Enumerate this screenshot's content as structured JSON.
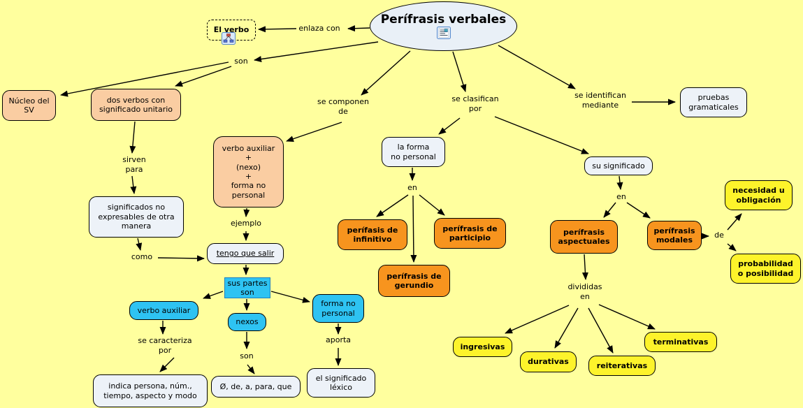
{
  "colors": {
    "background": "#FFFF9E",
    "node_ellipse_fill": "#E9F0F7",
    "node_peach_fill": "#FACDA2",
    "node_white_fill": "#EDF2F8",
    "node_cyan_fill": "#2EC3F2",
    "node_orange_fill": "#F7941E",
    "node_yellow_fill": "#FDF32B",
    "line_color": "#000000"
  },
  "nodes": {
    "title": "Perífrasis verbales",
    "el_verbo": "El verbo",
    "nucleo_sv": "Núcleo del\nSV",
    "dos_verbos": "dos verbos con\nsignificado unitario",
    "significados": "significados no\nexpresables de otra\nmanera",
    "composicion": "verbo auxiliar\n+\n(nexo)\n+\nforma no\npersonal",
    "tengo_que_salir": "tengo que salir",
    "sus_partes": "sus partes\nson",
    "verbo_auxiliar": "verbo auxiliar",
    "nexos": "nexos",
    "forma_no_personal": "forma no\npersonal",
    "indica_persona": "indica persona, núm.,\ntiempo, aspecto y modo",
    "nexos_lista": "Ø, de, a, para, que",
    "significado_lexico": "el significado\nléxico",
    "la_forma_no_personal": "la forma\nno personal",
    "infinitivo": "perífasis de\ninfinitivo",
    "participio": "perífrasis de\nparticipio",
    "gerundio": "perífrasis de\ngerundio",
    "pruebas_gramaticales": "pruebas\ngramaticales",
    "su_significado": "su significado",
    "aspectuales": "perífrasis\naspectuales",
    "modales": "perífrasis\nmodales",
    "necesidad": "necesidad u\nobligación",
    "probabilidad": "probabilidad\no posibilidad",
    "ingresivas": "ingresivas",
    "durativas": "durativas",
    "reiterativas": "reiterativas",
    "terminativas": "terminativas"
  },
  "labels": {
    "enlaza_con": "enlaza con",
    "son_title": "son",
    "sirven_para": "sirven\npara",
    "como": "como",
    "ejemplo": "ejemplo",
    "se_componen": "se componen\nde",
    "se_clasifican": "se clasifican\npor",
    "se_identifican": "se identifican\nmediante",
    "en_forma": "en",
    "en_significado": "en",
    "de": "de",
    "divididas": "divididas\nen",
    "se_caracteriza": "se caracteriza\npor",
    "son_nexos": "son",
    "aporta": "aporta"
  },
  "icons": {
    "title": "document-icon",
    "el_verbo": "concept-map-icon"
  },
  "edges": [
    {
      "from": "title",
      "label": "enlaza con",
      "to": "el_verbo"
    },
    {
      "from": "title",
      "label": "son",
      "to": "nucleo_sv"
    },
    {
      "from": "title",
      "label": "son",
      "to": "dos_verbos"
    },
    {
      "from": "title",
      "label": "se componen de",
      "to": "composicion"
    },
    {
      "from": "title",
      "label": "se clasifican por",
      "to": "la_forma_no_personal"
    },
    {
      "from": "title",
      "label": "se clasifican por",
      "to": "su_significado"
    },
    {
      "from": "title",
      "label": "se identifican mediante",
      "to": "pruebas_gramaticales"
    },
    {
      "from": "dos_verbos",
      "label": "sirven para",
      "to": "significados"
    },
    {
      "from": "significados",
      "label": "como",
      "to": "tengo_que_salir"
    },
    {
      "from": "composicion",
      "label": "ejemplo",
      "to": "tengo_que_salir"
    },
    {
      "from": "tengo_que_salir",
      "label": "",
      "to": "sus_partes"
    },
    {
      "from": "sus_partes",
      "label": "",
      "to": "verbo_auxiliar"
    },
    {
      "from": "sus_partes",
      "label": "",
      "to": "nexos"
    },
    {
      "from": "sus_partes",
      "label": "",
      "to": "forma_no_personal"
    },
    {
      "from": "verbo_auxiliar",
      "label": "se caracteriza por",
      "to": "indica_persona"
    },
    {
      "from": "nexos",
      "label": "son",
      "to": "nexos_lista"
    },
    {
      "from": "forma_no_personal",
      "label": "aporta",
      "to": "significado_lexico"
    },
    {
      "from": "la_forma_no_personal",
      "label": "en",
      "to": "infinitivo"
    },
    {
      "from": "la_forma_no_personal",
      "label": "en",
      "to": "gerundio"
    },
    {
      "from": "la_forma_no_personal",
      "label": "en",
      "to": "participio"
    },
    {
      "from": "su_significado",
      "label": "en",
      "to": "aspectuales"
    },
    {
      "from": "su_significado",
      "label": "en",
      "to": "modales"
    },
    {
      "from": "modales",
      "label": "de",
      "to": "necesidad"
    },
    {
      "from": "modales",
      "label": "de",
      "to": "probabilidad"
    },
    {
      "from": "aspectuales",
      "label": "divididas en",
      "to": "ingresivas"
    },
    {
      "from": "aspectuales",
      "label": "divididas en",
      "to": "durativas"
    },
    {
      "from": "aspectuales",
      "label": "divididas en",
      "to": "reiterativas"
    },
    {
      "from": "aspectuales",
      "label": "divididas en",
      "to": "terminativas"
    }
  ]
}
